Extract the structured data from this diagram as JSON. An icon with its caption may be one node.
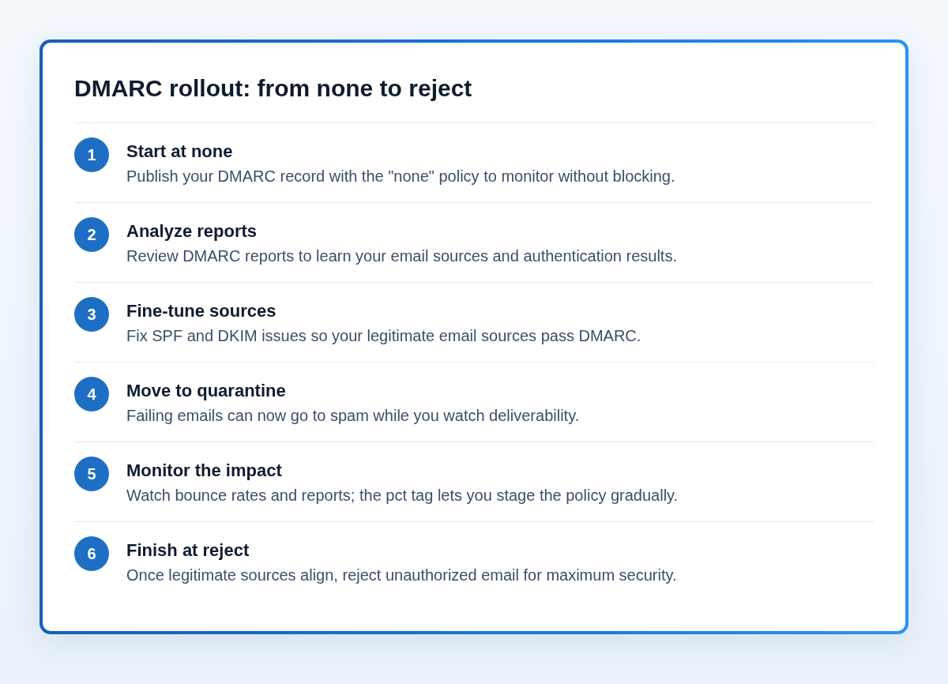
{
  "diagram": {
    "title": "DMARC rollout: from none to reject",
    "nodes": [
      {
        "text": [
          "1"
        ],
        "beside": [
          "Start at none",
          "Publish your DMARC record with the \"none\" policy to monitor without blocking."
        ]
      },
      {
        "text": [
          "2"
        ],
        "beside": [
          "Analyze reports",
          "Review DMARC reports to learn your email sources and authentication results."
        ]
      },
      {
        "text": [
          "3"
        ],
        "beside": [
          "Fine-tune sources",
          "Fix SPF and DKIM issues so your legitimate email sources pass DMARC."
        ]
      },
      {
        "text": [
          "4"
        ],
        "beside": [
          "Move to quarantine",
          "Failing emails can now go to spam while you watch deliverability."
        ]
      },
      {
        "text": [
          "5"
        ],
        "beside": [
          "Monitor the impact",
          "Watch bounce rates and reports; the pct tag lets you stage the policy gradually."
        ]
      },
      {
        "text": [
          "6"
        ],
        "beside": [
          "Finish at reject",
          "Once legitimate sources align, reject unauthorized email for maximum security."
        ]
      }
    ]
  }
}
